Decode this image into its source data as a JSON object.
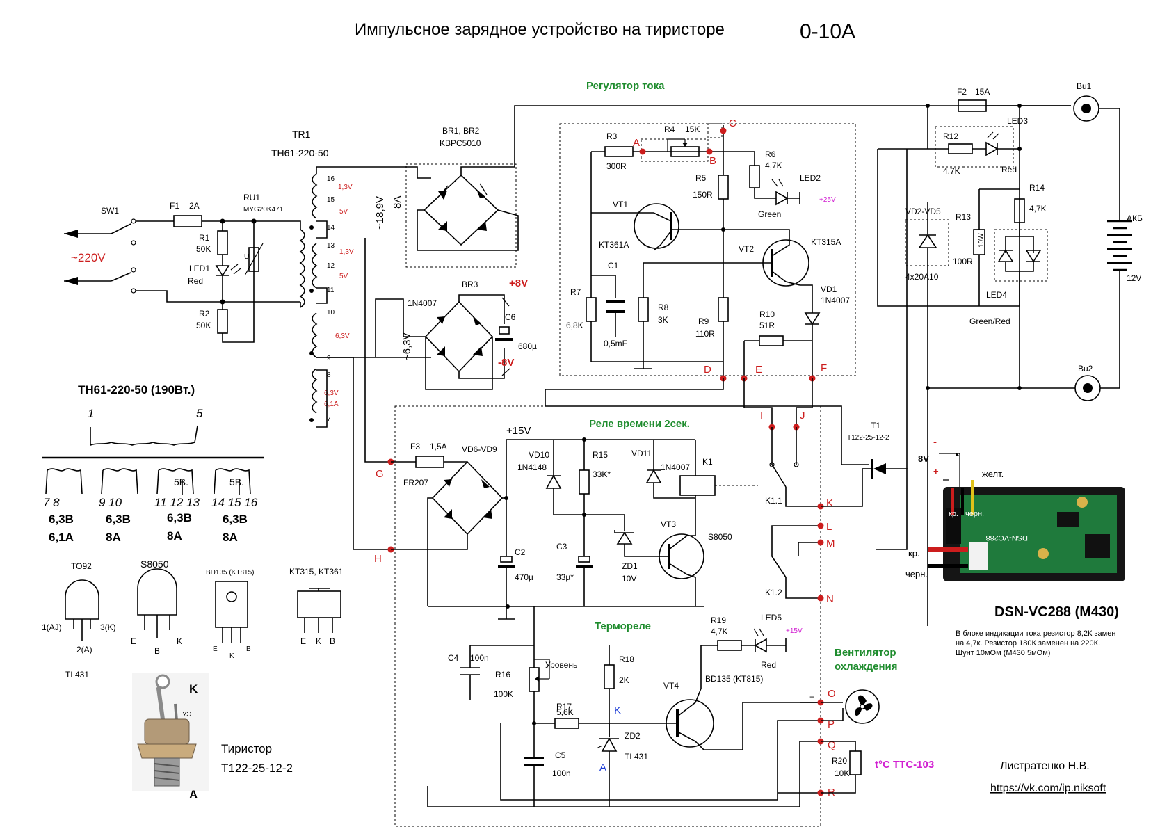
{
  "title": "Импульсное зарядное устройство на тиристоре",
  "title_range": "0-10А",
  "sections": {
    "current_regulator": "Регулятор тока",
    "time_relay": "Реле времени 2сек.",
    "thermo_relay": "Термореле",
    "fan": "Вентилятор охлаждения"
  },
  "mains": {
    "voltage": "~220V",
    "switch": "SW1",
    "fuse": "F1",
    "fuse_rating": "2A"
  },
  "varistor": {
    "ref": "RU1",
    "part": "MYG20K471",
    "symbol": "U"
  },
  "transformer": {
    "ref": "TR1",
    "part": "ТН61-220-50",
    "out_high": "~18,9V",
    "out_high_current": "8A",
    "out_low": "~6,3V",
    "pins": [
      "16",
      "15",
      "14",
      "13",
      "12",
      "11",
      "10",
      "9",
      "8",
      "7"
    ],
    "taps": [
      "1,3V",
      "5V",
      "1,3V",
      "5V",
      "6,3V",
      "6,3V",
      "6,1A"
    ]
  },
  "transformer_detail": {
    "title": "ТН61-220-50 (190Вт.)",
    "primary_pins": [
      "1",
      "5"
    ],
    "windings": [
      {
        "pins": "7   8",
        "voltage": "6,3В",
        "current": "6,1А"
      },
      {
        "pins": "9   10",
        "voltage": "6,3В",
        "current": "8А"
      },
      {
        "pins": "11  12 13",
        "voltage": "6,3В",
        "current": "8А",
        "tap": "5В."
      },
      {
        "pins": "14  15 16",
        "voltage": "6,3В",
        "current": "8А",
        "tap": "5В."
      }
    ]
  },
  "components": {
    "r1": {
      "ref": "R1",
      "value": "50K"
    },
    "r2": {
      "ref": "R2",
      "value": "50K"
    },
    "led1": {
      "ref": "LED1",
      "color": "Red"
    },
    "br12": {
      "ref": "BR1, BR2",
      "part": "KBPC5010"
    },
    "br3": {
      "ref": "BR3",
      "part": "1N4007"
    },
    "c6": {
      "ref": "C6",
      "value": "680µ",
      "plus": "+8V",
      "minus": "-8V"
    },
    "r3": {
      "ref": "R3",
      "value": "300R"
    },
    "r4": {
      "ref": "R4",
      "value": "15K"
    },
    "r5": {
      "ref": "R5",
      "value": "150R"
    },
    "r6": {
      "ref": "R6",
      "value": "4,7K"
    },
    "led2": {
      "ref": "LED2",
      "color": "Green",
      "supply": "+25V"
    },
    "vt1": {
      "ref": "VT1",
      "part": "KT361A"
    },
    "vt2": {
      "ref": "VT2",
      "part": "KT315A"
    },
    "c1": {
      "ref": "C1",
      "value": "0,5mF"
    },
    "r7": {
      "ref": "R7",
      "value": "6,8K"
    },
    "r8": {
      "ref": "R8",
      "value": "3K"
    },
    "r9": {
      "ref": "R9",
      "value": "110R"
    },
    "r10": {
      "ref": "R10",
      "value": "51R"
    },
    "vd1": {
      "ref": "VD1",
      "part": "1N4007"
    },
    "f2": {
      "ref": "F2",
      "rating": "15A"
    },
    "bu1": "Bu1",
    "bu2": "Bu2",
    "led3": {
      "ref": "LED3",
      "color": "Red"
    },
    "r12": {
      "ref": "R12",
      "value": "4,7K"
    },
    "r13": {
      "ref": "R13",
      "value": "100R",
      "power": "10W"
    },
    "r14": {
      "ref": "R14",
      "value": "4,7K"
    },
    "vd25": {
      "ref": "VD2-VD5",
      "part": "4x20A10"
    },
    "led4": {
      "ref": "LED4",
      "color": "Green/Red"
    },
    "battery": {
      "ref": "АКБ",
      "voltage": "12V"
    },
    "t1": {
      "ref": "T1",
      "part": "T122-25-12-2"
    },
    "f3": {
      "ref": "F3",
      "rating": "1,5A"
    },
    "vd69": {
      "ref": "VD6-VD9",
      "part": "FR207"
    },
    "supply15": "+15V",
    "vd10": {
      "ref": "VD10",
      "part": "1N4148"
    },
    "r15": {
      "ref": "R15",
      "value": "33K*"
    },
    "vd11": {
      "ref": "VD11",
      "part": "1N4007"
    },
    "k1": {
      "ref": "K1",
      "contact1": "K1.1",
      "contact2": "K1.2"
    },
    "c2": {
      "ref": "C2",
      "value": "470µ"
    },
    "c3": {
      "ref": "C3",
      "value": "33µ*"
    },
    "zd1": {
      "ref": "ZD1",
      "value": "10V"
    },
    "vt3": {
      "ref": "VT3",
      "part": "S8050"
    },
    "c4": {
      "ref": "C4",
      "value": "100n"
    },
    "r16": {
      "ref": "R16",
      "value": "100K",
      "label": "Уровень"
    },
    "r17": {
      "ref": "R17",
      "value": "5,6K"
    },
    "c5": {
      "ref": "C5",
      "value": "100n"
    },
    "r18": {
      "ref": "R18",
      "value": "2K"
    },
    "zd2": {
      "ref": "ZD2",
      "part": "TL431",
      "k": "K",
      "a": "A"
    },
    "vt4": {
      "ref": "VT4",
      "part": "BD135 (KT815)"
    },
    "r19": {
      "ref": "R19",
      "value": "4,7K"
    },
    "led5": {
      "ref": "LED5",
      "color": "Red",
      "supply": "+15V"
    },
    "r20": {
      "ref": "R20",
      "value": "10K"
    },
    "sensor": "t°C TTC-103",
    "fan_plus": "+"
  },
  "nodes": [
    "A",
    "B",
    "C",
    "D",
    "E",
    "F",
    "G",
    "H",
    "I",
    "J",
    "K",
    "L",
    "M",
    "N",
    "O",
    "P",
    "Q",
    "R"
  ],
  "packages": {
    "to92": {
      "name": "TO92",
      "pins": [
        "1(AJ)",
        "2(A)",
        "3(K)"
      ],
      "part": "TL431"
    },
    "s8050": {
      "name": "S8050",
      "pins": [
        "E",
        "B",
        "K"
      ]
    },
    "bd135": {
      "name": "BD135 (KT815)",
      "pins": [
        "E",
        "K",
        "B"
      ]
    },
    "kt315": {
      "name": "KT315, KT361",
      "pins": [
        "E",
        "K",
        "B"
      ]
    }
  },
  "thyristor_photo": {
    "k": "K",
    "a": "A",
    "ue": "УЭ",
    "caption1": "Тиристор",
    "caption2": "T122-25-12-2"
  },
  "meter": {
    "name": "DSN-VC288 (M430)",
    "supply": "8V",
    "plus": "+",
    "minus": "-",
    "wire_yellow": "желт.",
    "wire_red": "кр.",
    "wire_black": "черн.",
    "wire_red2": "кр.",
    "wire_black2": "черн.",
    "pcb_text": "DSN-VC288",
    "note1": "В блоке индикации тока резистор 8,2К замен",
    "note2": "на 4,7к. Резистор 180К заменен на 220К.",
    "note3": "Шунт 10мОм (М430 5мОм)"
  },
  "author": "Листратенко Н.В.",
  "url": "https://vk.com/ip.niksoft"
}
